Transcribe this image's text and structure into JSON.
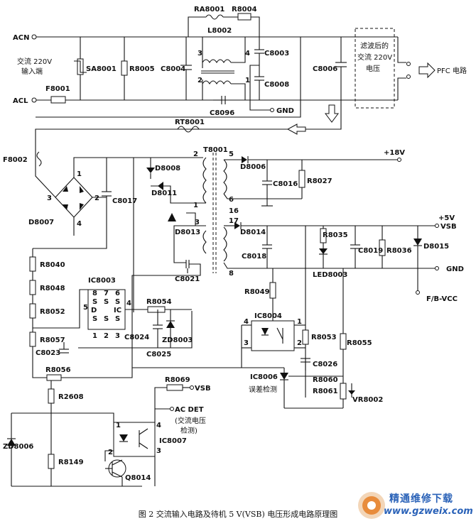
{
  "terminals": {
    "acn": "ACN",
    "acl": "ACL",
    "gnd_top": "GND",
    "v18": "+18V",
    "v5_1": "+5V",
    "v5_2": "VSB",
    "gnd_right": "GND",
    "fb_vcc": "F/B-VCC",
    "vsb_bottom": "VSB",
    "ac_det": "AC DET"
  },
  "notes": {
    "ac_input_1": "交流 220V",
    "ac_input_2": "输入端",
    "filtered_1": "滤波后的",
    "filtered_2": "交流 220V",
    "filtered_3": "电压",
    "pfc": "PFC 电路",
    "ac_det_note_1": "(交流电压",
    "ac_det_note_2": "检测)",
    "error_detect": "误差检测"
  },
  "components": {
    "ra8001": "RA8001",
    "r8004": "R8004",
    "l8002": "L8002",
    "sa8001": "SA8001",
    "r8005": "R8005",
    "c8004": "C8004",
    "c8003": "C8003",
    "c8008": "C8008",
    "c8096": "C8096",
    "c8006": "C8006",
    "f8001": "F8001",
    "rt8001": "RT8001",
    "f8002": "F8002",
    "t8001": "T8001",
    "d8006": "D8006",
    "d8008": "D8008",
    "d8011": "D8011",
    "c8016": "C8016",
    "r8027": "R8027",
    "d8007": "D8007",
    "c8017": "C8017",
    "d8013": "D8013",
    "d8014": "D8014",
    "c8018": "C8018",
    "c8021": "C8021",
    "r8035": "R8035",
    "led8003": "LED8003",
    "c8019": "C8019",
    "r8036": "R8036",
    "d8015": "D8015",
    "r8040": "R8040",
    "r8048": "R8048",
    "r8052": "R8052",
    "ic8003": "IC8003",
    "r8054": "R8054",
    "c8024": "C8024",
    "zd8003": "ZD8003",
    "c8025": "C8025",
    "r8049": "R8049",
    "ic8004": "IC8004",
    "r8053": "R8053",
    "r8055": "R8055",
    "r8057": "R8057",
    "c8023": "C8023",
    "c8026": "C8026",
    "r8060": "R8060",
    "r8061": "R8061",
    "vr8002": "VR8002",
    "ic8006": "IC8006",
    "r8056": "R8056",
    "r2608": "R2608",
    "r8069": "R8069",
    "ic8007": "IC8007",
    "zd8006": "ZD8006",
    "r8149": "R8149",
    "q8014": "Q8014"
  },
  "pins": {
    "l_3": "3",
    "l_4": "4",
    "l_2": "2",
    "l_1": "1",
    "br_3": "3",
    "br_2": "2",
    "br_1": "1",
    "br_4": "4",
    "t_2": "2",
    "t_1": "1",
    "t_5": "5",
    "t_6": "6",
    "t_16": "16",
    "t_17": "17",
    "t_8": "8",
    "t_3": "3",
    "ic3_8": "8",
    "ic3_7": "7",
    "ic3_6": "6",
    "ic3_5": "5",
    "ic3_4": "4",
    "ic3_1": "1",
    "ic3_2": "2",
    "ic3_3": "3",
    "ic3_s1": "S",
    "ic3_s2": "S",
    "ic3_s3": "S",
    "ic3_s4": "S",
    "ic3_s5": "S",
    "ic3_s6": "S",
    "ic3_d": "D",
    "ic3_ic": "IC",
    "ic4_4": "4",
    "ic4_3": "3",
    "ic4_1": "1",
    "ic4_2": "2",
    "ic7_1": "1",
    "ic7_2": "2",
    "ic7_3": "3",
    "ic7_4": "4"
  },
  "caption": "图 2  交流输入电路及待机 5  V(VSB) 电压形成电路原理图",
  "watermark": {
    "title": "精通维修下载",
    "url": "www.gzweix.com"
  }
}
